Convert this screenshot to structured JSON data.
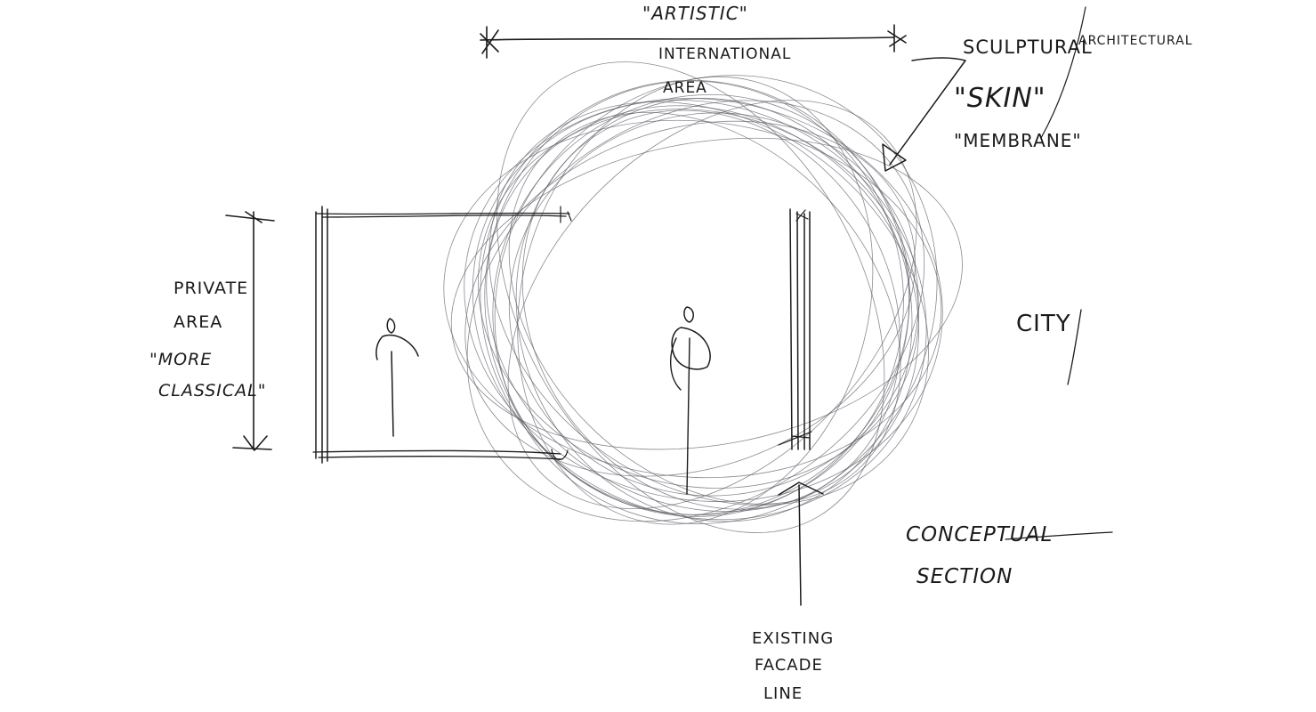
{
  "labels": {
    "artistic": "\"ARTISTIC\"",
    "international_area_line1": "INTERNATIONAL",
    "international_area_line2": "AREA",
    "sculptural": "SCULPTURAL",
    "architectural": "ARCHITECTURAL",
    "skin": "\"SKIN\"",
    "membrane": "\"MEMBRANE\"",
    "private_area_line1": "PRIVATE",
    "private_area_line2": "AREA",
    "more_classical_line1": "\"MORE",
    "more_classical_line2": "CLASSICAL\"",
    "city": "CITY",
    "conceptual_section_line1": "CONCEPTUAL",
    "conceptual_section_line2": "SECTION",
    "existing_facade_line1": "EXISTING",
    "existing_facade_line2": "FACADE",
    "existing_facade_line3": "LINE"
  },
  "colors": {
    "ink": "#1b1b1b",
    "pencil": "#5a5a62",
    "paper": "#ffffff"
  }
}
